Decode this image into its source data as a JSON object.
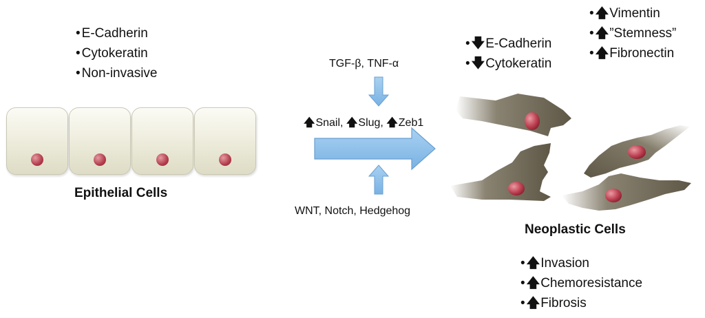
{
  "epithelial": {
    "markers": [
      "E-Cadherin",
      "Cytokeratin",
      "Non-invasive"
    ],
    "label": "Epithelial Cells",
    "cell_count": 4
  },
  "pathway": {
    "top_factors": "TGF-β, TNF-α",
    "transcription_factors": [
      "Snail,",
      "Slug,",
      "Zeb1"
    ],
    "bottom_factors": "WNT, Notch, Hedgehog"
  },
  "neoplastic": {
    "decreased": [
      "E-Cadherin",
      "Cytokeratin"
    ],
    "increased_top": [
      "Vimentin",
      "”Stemness”",
      "Fibronectin"
    ],
    "label": "Neoplastic Cells",
    "increased_bottom": [
      "Invasion",
      "Chemoresistance",
      "Fibrosis"
    ]
  },
  "symbols": {
    "bullet": "•",
    "up": "🡅",
    "down": "🡇"
  },
  "colors": {
    "arrow_fill": "#8ec0ea",
    "arrow_stroke": "#6a9fd0",
    "nucleus": "#b23c4b",
    "neoplastic_cell": "#6b6453",
    "epithelial_cell": "#efeedf"
  }
}
